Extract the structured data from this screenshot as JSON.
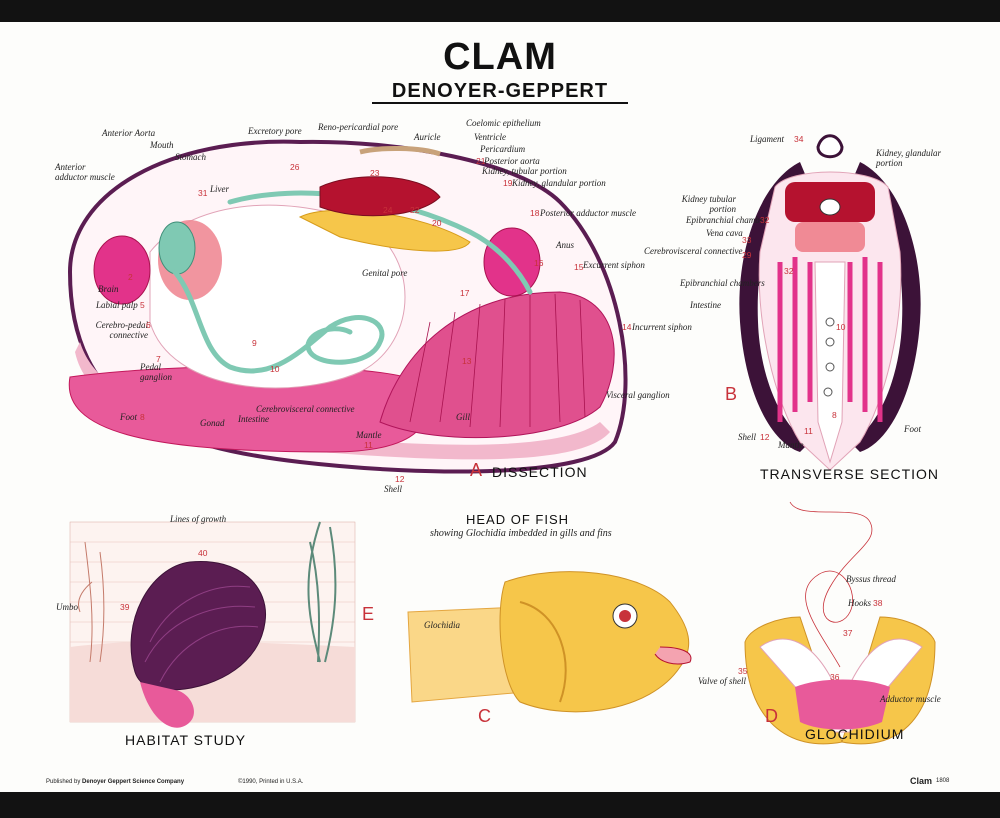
{
  "title": "CLAM",
  "subtitle": "DENOYER-GEPPERT",
  "panels": {
    "a": {
      "letter": "A",
      "caption": "DISSECTION"
    },
    "b": {
      "letter": "B",
      "caption": "TRANSVERSE SECTION"
    },
    "c": {
      "letter": "C",
      "title": "HEAD OF FISH",
      "subtitle": "showing Glochidia imbedded in gills and fins"
    },
    "d": {
      "letter": "D",
      "caption": "GLOCHIDIUM"
    },
    "e": {
      "letter": "E",
      "caption": "HABITAT STUDY"
    }
  },
  "dissection_labels": [
    {
      "text": "Anterior Aorta",
      "num": ""
    },
    {
      "text": "Mouth",
      "num": ""
    },
    {
      "text": "Stomach",
      "num": ""
    },
    {
      "text": "Anterior adductor muscle",
      "num": ""
    },
    {
      "text": "Liver",
      "num": "31"
    },
    {
      "text": "Excretory pore",
      "num": "26"
    },
    {
      "text": "Reno-pericardial pore",
      "num": ""
    },
    {
      "text": "Coelomic epithelium",
      "num": ""
    },
    {
      "text": "Auricle",
      "num": "23"
    },
    {
      "text": "Ventricle",
      "num": "24"
    },
    {
      "text": "Pericardium",
      "num": "22"
    },
    {
      "text": "Posterior aorta",
      "num": "21"
    },
    {
      "text": "Kidney, tubular portion",
      "num": "20"
    },
    {
      "text": "Kidney, glandular portion",
      "num": "19"
    },
    {
      "text": "Posterior adductor muscle",
      "num": "18"
    },
    {
      "text": "Anus",
      "num": "16"
    },
    {
      "text": "Excurrent siphon",
      "num": "15"
    },
    {
      "text": "Incurrent siphon",
      "num": "14"
    },
    {
      "text": "Genital pore",
      "num": ""
    },
    {
      "text": "Brain",
      "num": "2"
    },
    {
      "text": "Labial palp",
      "num": "5"
    },
    {
      "text": "Cerebro-pedal connective",
      "num": "6"
    },
    {
      "text": "Pedal ganglion",
      "num": "7"
    },
    {
      "text": "Foot",
      "num": "8"
    },
    {
      "text": "Gonad",
      "num": "9"
    },
    {
      "text": "Intestine",
      "num": "10"
    },
    {
      "text": "Cerebrovisceral connective",
      "num": ""
    },
    {
      "text": "Gill",
      "num": "13"
    },
    {
      "text": "Mantle",
      "num": "11"
    },
    {
      "text": "Visceral ganglion",
      "num": "17"
    },
    {
      "text": "Shell",
      "num": "12"
    }
  ],
  "transverse_labels": [
    {
      "text": "Ligament",
      "num": "34"
    },
    {
      "text": "Kidney, glandular portion",
      "num": ""
    },
    {
      "text": "Kidney tubular portion",
      "num": ""
    },
    {
      "text": "Epibranchial chamber",
      "num": "32"
    },
    {
      "text": "Vena cava",
      "num": "33"
    },
    {
      "text": "Cerebrovisceral connective",
      "num": "29"
    },
    {
      "text": "Epibranchial chambers",
      "num": "32"
    },
    {
      "text": "Intestine",
      "num": "10"
    },
    {
      "text": "Foot",
      "num": "8"
    },
    {
      "text": "Mantle",
      "num": "11"
    },
    {
      "text": "Shell",
      "num": "12"
    }
  ],
  "habitat_labels": [
    {
      "text": "Lines of growth",
      "num": "40"
    },
    {
      "text": "Umbo",
      "num": "39"
    }
  ],
  "fish_labels": [
    {
      "text": "Glochidia",
      "num": ""
    }
  ],
  "glochidium_labels": [
    {
      "text": "Byssus thread",
      "num": ""
    },
    {
      "text": "Hooks",
      "num": "38"
    },
    {
      "text": "Valve of shell",
      "num": "35"
    },
    {
      "text": "Adductor muscle",
      "num": "36"
    },
    {
      "text": "",
      "num": "37"
    }
  ],
  "footer": {
    "left_prefix": "Published by",
    "publisher": "Denoyer Geppert Science Company",
    "copyright": "©1990, Printed in U.S.A.",
    "name": "Clam",
    "code": "1808"
  },
  "colors": {
    "red": "#c8323a",
    "pink": "#e85a9a",
    "magenta": "#c2185b",
    "green": "#7fc9b3",
    "yellow": "#f6c64a",
    "purple": "#5b1d52"
  }
}
